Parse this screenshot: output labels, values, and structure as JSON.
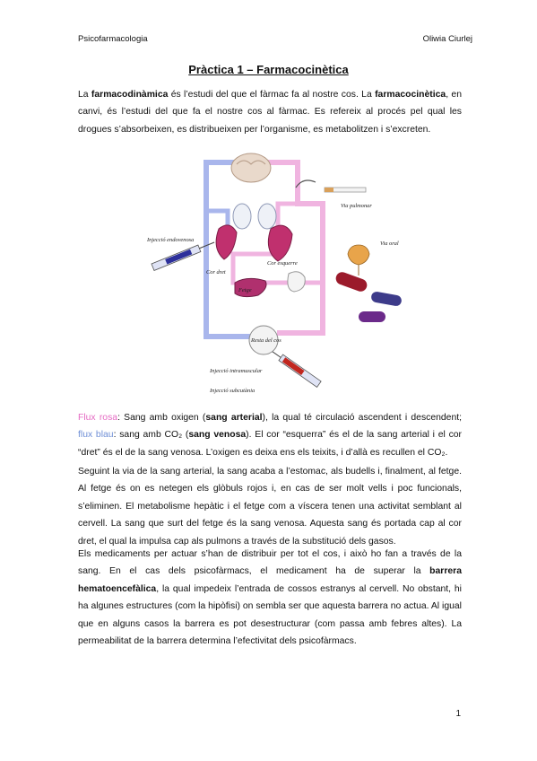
{
  "header": {
    "left": "Psicofarmacologia",
    "right": "Oliwia Ciurlej"
  },
  "title": "Pràctica 1 – Farmacocinètica",
  "p1": {
    "a": "La ",
    "b1": "farmacodinàmica",
    "c": " és l’estudi del que el fàrmac fa al nostre cos. La ",
    "b2": "farmacocinètica",
    "d": ", en canvi, és l’estudi del que fa el nostre cos al fàrmac. Es refereix al procés pel qual les drogues s’absorbeixen, es distribueixen per l’organisme, es metabolitzen i s’excreten."
  },
  "figure": {
    "labels": {
      "via_pulmonar": "Via pulmonar",
      "via_oral": "Via oral",
      "injeccio_endovenosa": "Injecció endovenosa",
      "cor_dret": "Cor dret",
      "cor_esquerre": "Cor esquerre",
      "fetge": "Fetge",
      "resta_del_cos": "Resta del cos",
      "injeccio_intramuscular": "Injecció intramuscular",
      "injeccio_subcutania": "Injecció subcutània"
    },
    "colors": {
      "artery": "#f0b4e0",
      "vein": "#a9b6ec",
      "heart": "#c0306e",
      "liver": "#b0306e"
    }
  },
  "p2": {
    "pink_label": "Flux rosa",
    "a": ": Sang amb oxigen (",
    "b1": "sang arterial",
    "c": "), la qual té circulació ascendent i descendent; ",
    "blue_label": "flux blau",
    "d": ": sang amb CO₂ (",
    "b2": "sang venosa",
    "e": "). El cor “esquerra” és el de la sang arterial i el cor “dret” és el de la sang venosa. L’oxigen es deixa ens els teixits, i d’allà es recullen el CO₂."
  },
  "p3": "Seguint la via de la sang arterial, la sang acaba a l’estomac, als budells i, finalment, al fetge. Al fetge és on es netegen els glòbuls rojos i, en cas de ser molt vells i poc funcionals, s’eliminen. El metabolisme hepàtic i el fetge com a víscera tenen una activitat semblant al cervell. La sang que surt del fetge és la sang venosa. Aquesta sang és portada cap al cor dret, el qual la impulsa cap als pulmons a través de la substitució dels gasos.",
  "p4": {
    "a": "Els medicaments per actuar s’han de distribuir per tot el cos, i això ho fan a través de la sang. En el cas dels psicofàrmacs, el medicament ha de superar la ",
    "b1": "barrera hematoencefàlica",
    "c": ", la qual impedeix l’entrada de cossos estranys al cervell. No obstant, hi ha algunes estructures (com la hipòfisi) on sembla ser que aquesta barrera no actua. Al igual que en alguns casos la barrera es pot desestructurar (com passa amb febres altes). La permeabilitat de la barrera determina l’efectivitat dels psicofàrmacs."
  },
  "page_number": "1"
}
